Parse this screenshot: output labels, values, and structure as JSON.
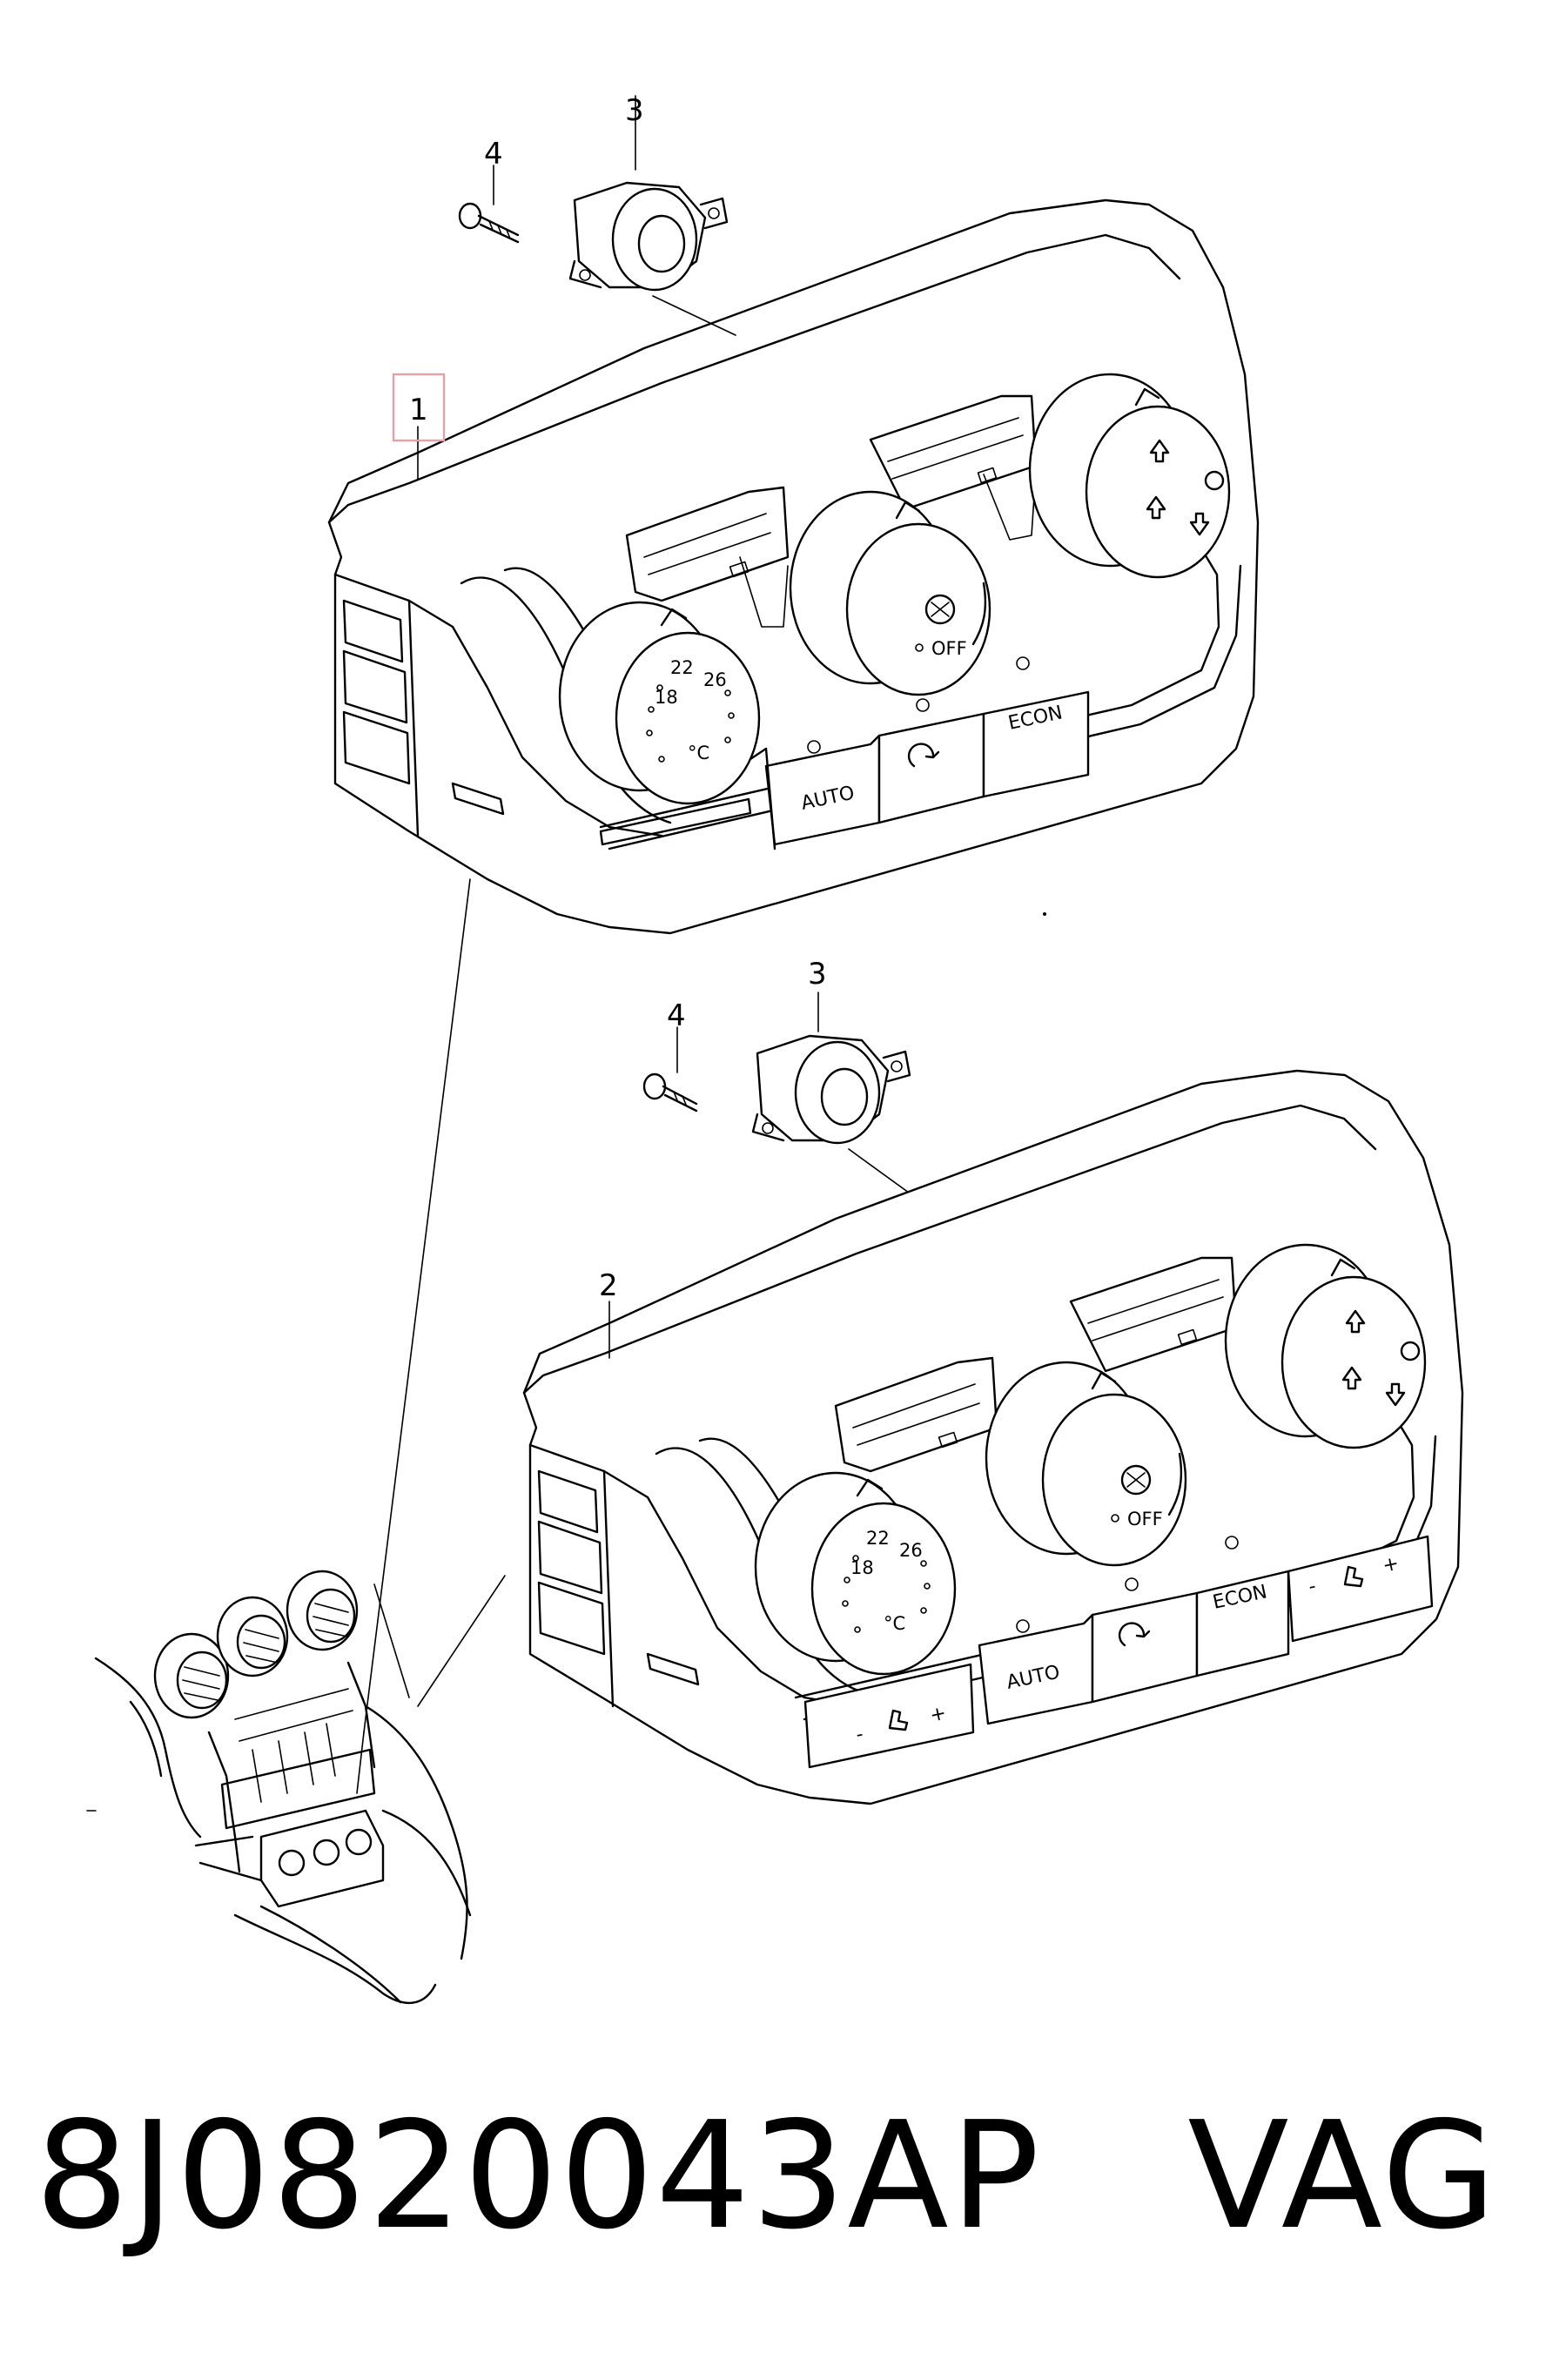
{
  "callouts": {
    "part_1": "1",
    "part_2": "2",
    "part_3_top": "3",
    "part_4_top": "4",
    "part_3_mid": "3",
    "part_4_mid": "4"
  },
  "unit_top": {
    "temp_scale": [
      "18",
      "22",
      "26"
    ],
    "temp_unit": "°C",
    "fan_off": "OFF",
    "buttons": [
      "AUTO",
      "ECON"
    ]
  },
  "unit_bottom": {
    "temp_scale": [
      "18",
      "22",
      "26"
    ],
    "temp_unit": "°C",
    "fan_off": "OFF",
    "buttons": [
      "AUTO",
      "ECON"
    ],
    "seat_minus": "-",
    "seat_plus": "+"
  },
  "footer": {
    "part_number": "8J0820043AP",
    "brand": "VAG"
  },
  "colors": {
    "line": "#000000",
    "background": "#ffffff",
    "highlight_box": "#e8a0a8"
  }
}
